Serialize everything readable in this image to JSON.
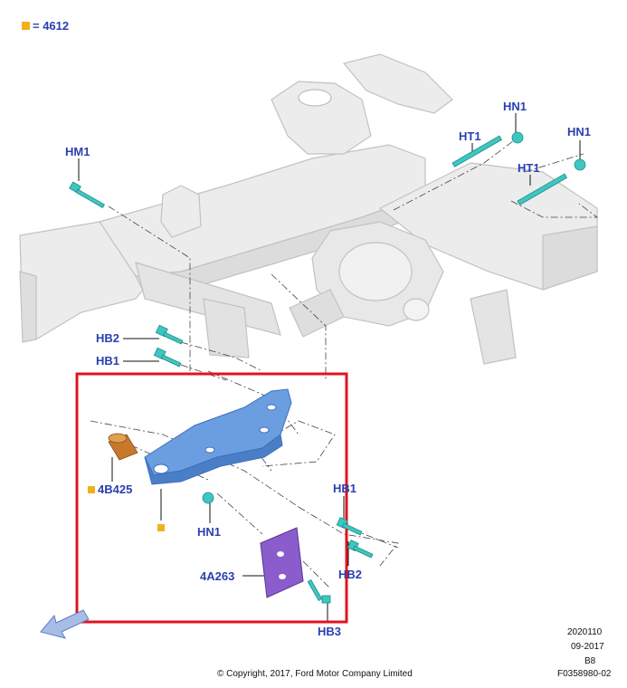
{
  "legend": {
    "marker_color": "#f2b01e",
    "text": "= 4612"
  },
  "labels": {
    "hm1": "HM1",
    "hn1_top": "HN1",
    "ht1_top": "HT1",
    "hn1_right": "HN1",
    "ht1_right": "HT1",
    "hb2_top": "HB2",
    "hb1_top": "HB1",
    "part_4b425": "4B425",
    "hn1_bottom": "HN1",
    "hb1_right": "HB1",
    "hb2_right": "HB2",
    "part_4a263": "4A263",
    "hb3": "HB3"
  },
  "colors": {
    "label_text": "#2a3fb0",
    "frame": "#e6e6e6",
    "bracket": "#6a9ee0",
    "bushing": "#c8782a",
    "plate": "#8b5ccc",
    "fastener": "#3ec6c0",
    "highlight_box": "#e0141e",
    "arrow": "#a8bde6"
  },
  "icons": {
    "direction": "arrow-down-left-icon"
  },
  "meta": {
    "code1": "2020110",
    "date": "09-2017",
    "rev": "B8",
    "copyright": "© Copyright, 2017, Ford Motor Company Limited",
    "figure_id": "F0358980-02"
  }
}
